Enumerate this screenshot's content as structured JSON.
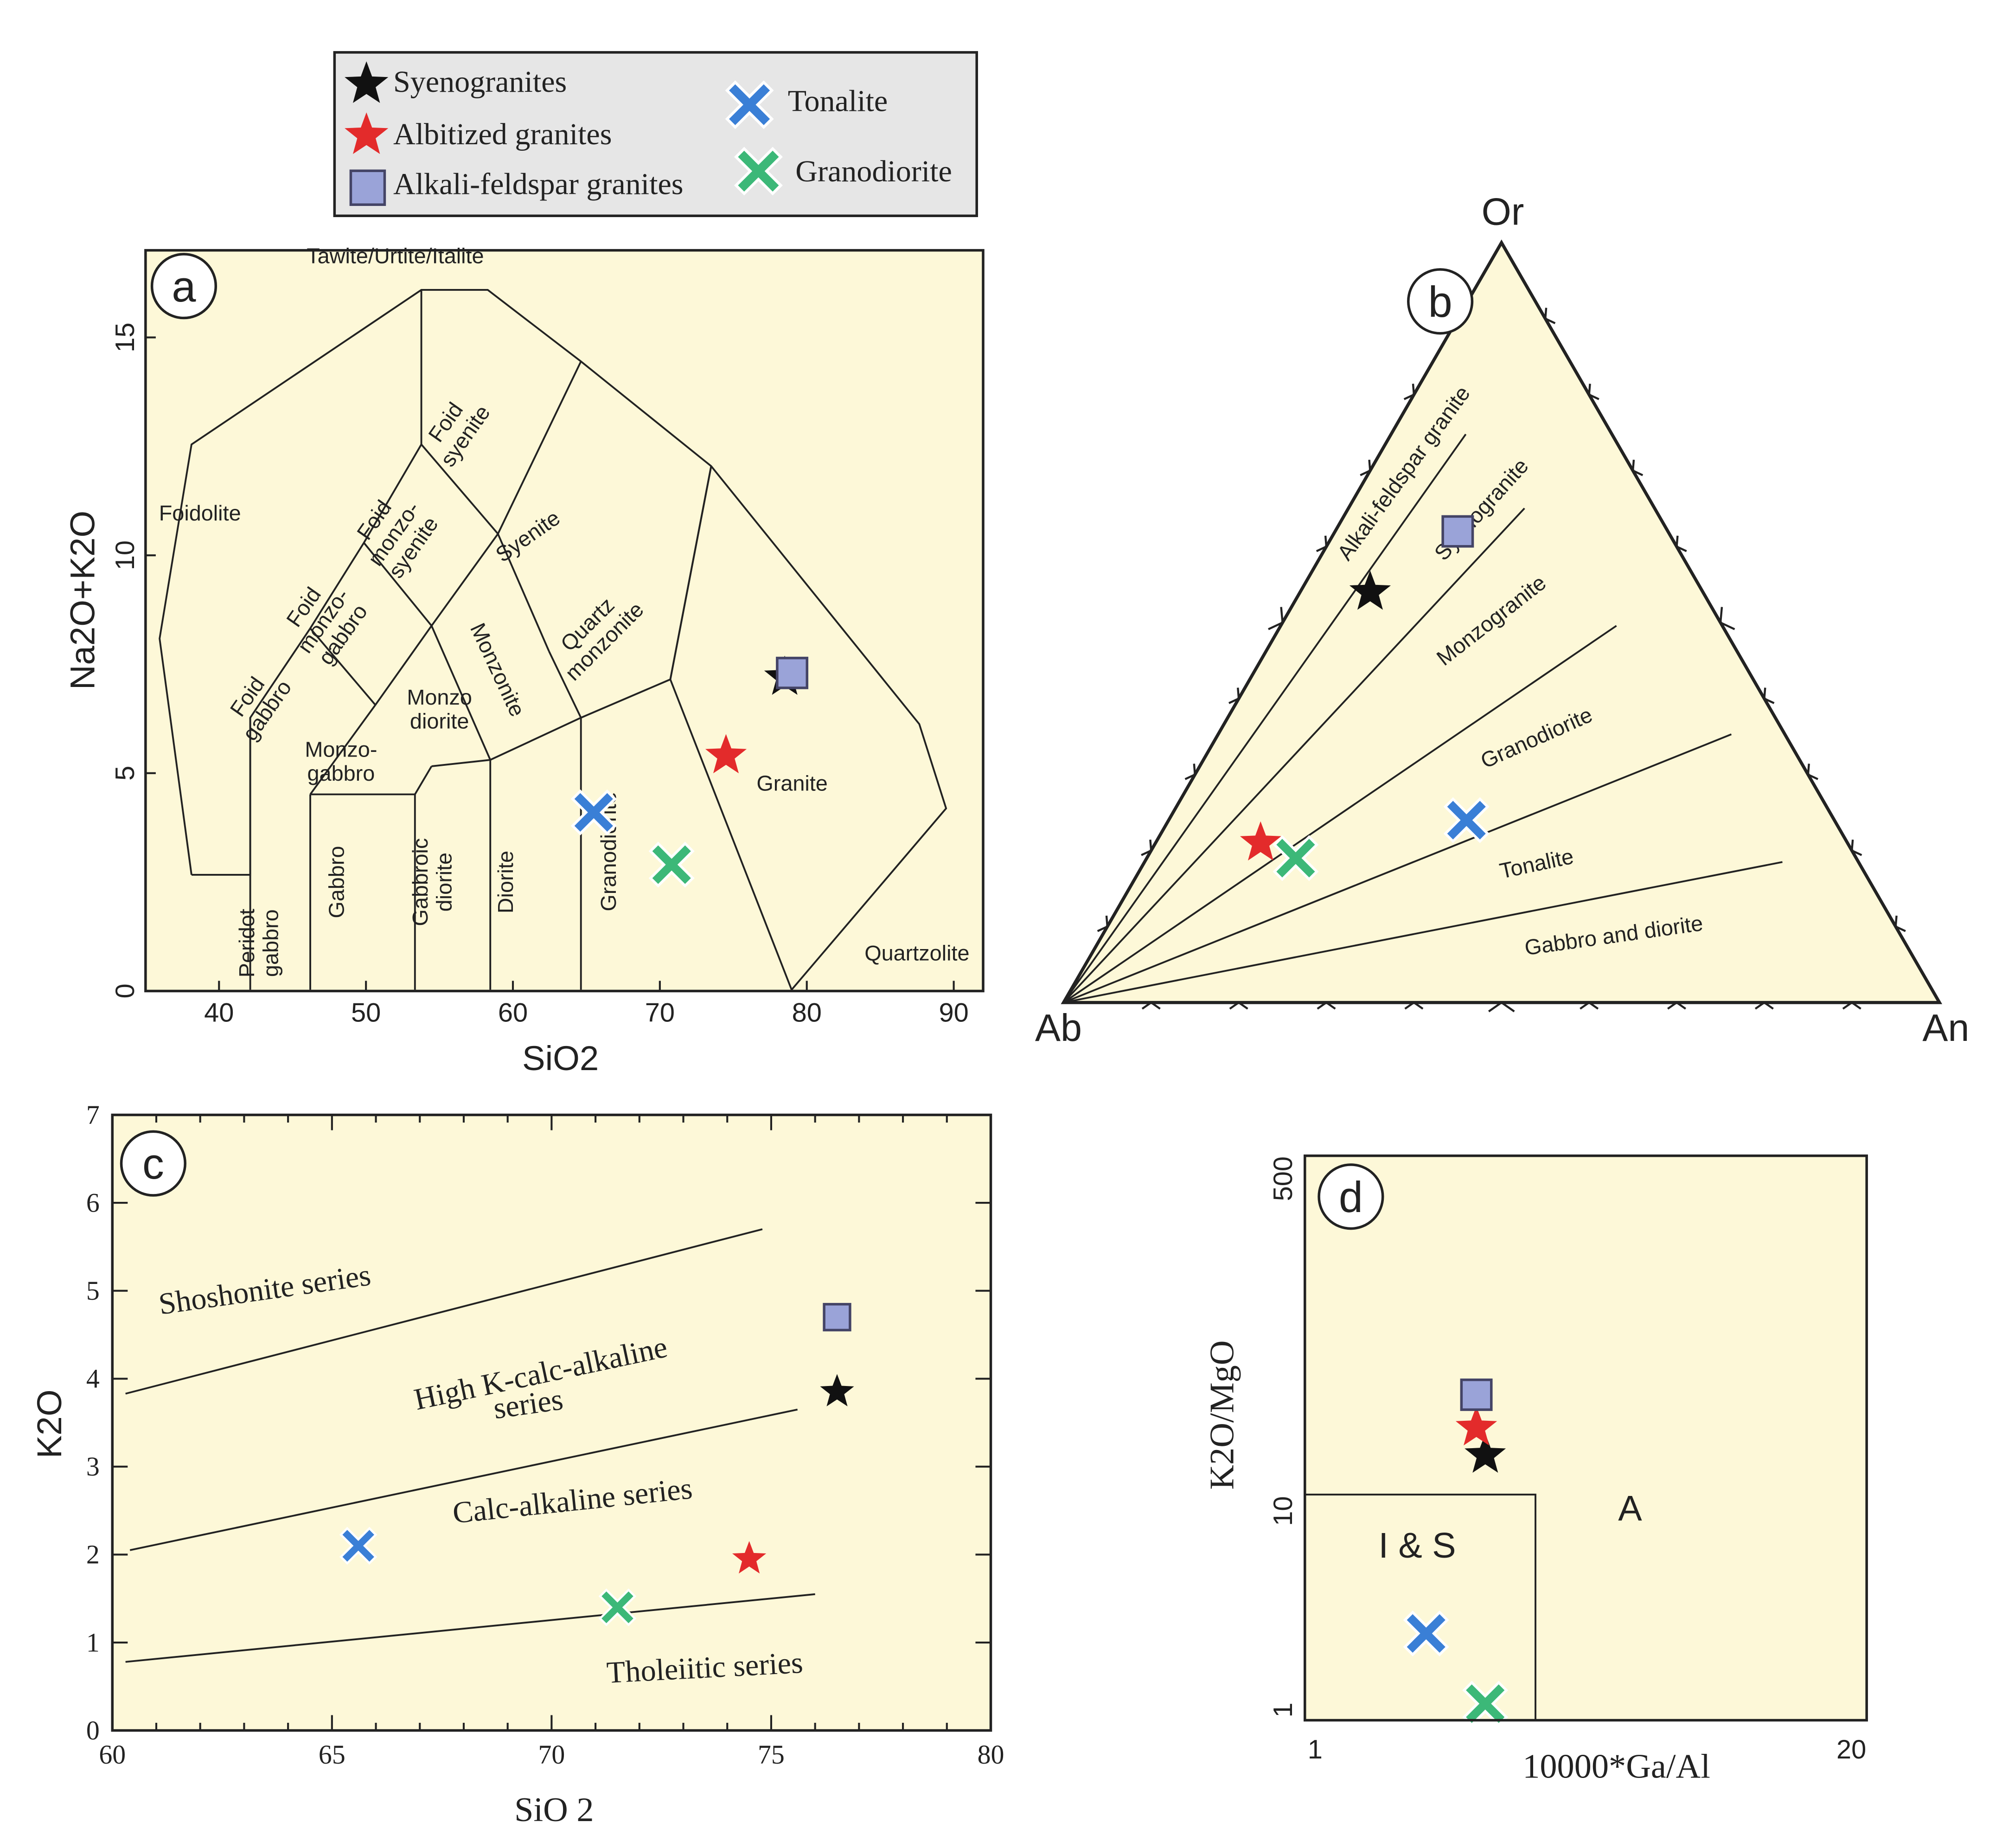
{
  "legend": {
    "items": [
      {
        "name": "Syenogranites",
        "symbol": "star",
        "color": "#111111"
      },
      {
        "name": "Albitized granites",
        "symbol": "star",
        "color": "#e32b2b"
      },
      {
        "name": "Alkali-feldspar granites",
        "symbol": "square",
        "color": "#9aa3d8"
      },
      {
        "name": "Tonalite",
        "symbol": "cross",
        "color": "#3a7fd6"
      },
      {
        "name": "Granodiorite",
        "symbol": "cross",
        "color": "#3cb878"
      }
    ]
  },
  "colors": {
    "background": "#fdf8d8",
    "legend_bg": "#e6e6e6"
  },
  "chart_data": [
    {
      "panel": "a",
      "type": "scatter",
      "xlabel": "SiO2",
      "ylabel": "Na2O+K2O",
      "xlim": [
        35,
        92
      ],
      "ylim": [
        0,
        17
      ],
      "xticks": [
        40,
        50,
        60,
        70,
        80,
        90
      ],
      "yticks": [
        0,
        5,
        10,
        15
      ],
      "fields": [
        {
          "label": "Tawite/Urtite/Italite",
          "x": 52,
          "y": 16.7
        },
        {
          "label": "Foidolite",
          "x": 38.7,
          "y": 10.8
        },
        {
          "label": "Foid syenite",
          "lines": [
            "Foid",
            "syenite"
          ],
          "x": 56.5,
          "y": 12.8,
          "rot": -55
        },
        {
          "label": "Foid monzo-syenite",
          "lines": [
            "Foid",
            "monzo-",
            "syenite"
          ],
          "x": 52.3,
          "y": 10.4,
          "rot": -55
        },
        {
          "label": "Foid monzo-gabbro",
          "lines": [
            "Foid",
            "monzo-",
            "gabbro"
          ],
          "x": 47.5,
          "y": 8.4,
          "rot": -55
        },
        {
          "label": "Foid gabbro",
          "lines": [
            "Foid",
            "gabbro"
          ],
          "x": 43,
          "y": 6.5,
          "rot": -55
        },
        {
          "label": "Syenite",
          "x": 61.3,
          "y": 10.3,
          "rot": -35
        },
        {
          "label": "Monzonite",
          "x": 58.5,
          "y": 7.3,
          "rot": 65
        },
        {
          "label": "Quartz monzonite",
          "lines": [
            "Quartz",
            "monzonite"
          ],
          "x": 66,
          "y": 8.1,
          "rot": -45
        },
        {
          "label": "Monzo diorite",
          "lines": [
            "Monzo",
            "diorite"
          ],
          "x": 55,
          "y": 6.3
        },
        {
          "label": "Monzo-gabbro",
          "lines": [
            "Monzo-",
            "gabbro"
          ],
          "x": 48.3,
          "y": 5.1
        },
        {
          "label": "Gabbro",
          "x": 48.5,
          "y": 2.5,
          "rot": -90
        },
        {
          "label": "Gabbroic diorite",
          "lines": [
            "Gabbroic",
            "diorite"
          ],
          "x": 55,
          "y": 2.5,
          "rot": -90
        },
        {
          "label": "Diorite",
          "x": 60,
          "y": 2.5,
          "rot": -90
        },
        {
          "label": "Granodiorite",
          "x": 67,
          "y": 3.2,
          "rot": -90
        },
        {
          "label": "Peridot gabbro",
          "lines": [
            "Peridot",
            "gabbro"
          ],
          "x": 43.2,
          "y": 1.1,
          "rot": -90
        },
        {
          "label": "Granite",
          "x": 79,
          "y": 4.6
        },
        {
          "label": "Quartzolite",
          "x": 87.5,
          "y": 0.7
        }
      ],
      "series": [
        {
          "name": "Syenogranites",
          "x": [
            78.5
          ],
          "y": [
            7.2
          ]
        },
        {
          "name": "Albitized granites",
          "x": [
            74.5
          ],
          "y": [
            5.4
          ]
        },
        {
          "name": "Alkali-feldspar granites",
          "x": [
            79
          ],
          "y": [
            7.3
          ]
        },
        {
          "name": "Tonalite",
          "x": [
            65.5
          ],
          "y": [
            4.1
          ]
        },
        {
          "name": "Granodiorite",
          "x": [
            70.8
          ],
          "y": [
            2.9
          ]
        }
      ]
    },
    {
      "panel": "b",
      "type": "scatter",
      "vertices": [
        "Or",
        "Ab",
        "An"
      ],
      "fields": [
        "Alkali-feldspar granite",
        "Syenogranite",
        "Monzogranite",
        "Granodiorite",
        "Tonalite",
        "Gabbro and diorite"
      ],
      "series": [
        {
          "name": "Syenogranites",
          "Or": 0.54,
          "Ab": 0.38,
          "An": 0.08
        },
        {
          "name": "Albitized granites",
          "Or": 0.21,
          "Ab": 0.67,
          "An": 0.12
        },
        {
          "name": "Alkali-feldspar granites",
          "Or": 0.62,
          "Ab": 0.24,
          "An": 0.14
        },
        {
          "name": "Tonalite",
          "Or": 0.24,
          "Ab": 0.42,
          "An": 0.34
        },
        {
          "name": "Granodiorite",
          "Or": 0.19,
          "Ab": 0.64,
          "An": 0.17
        }
      ]
    },
    {
      "panel": "c",
      "type": "scatter",
      "xlabel": "SiO 2",
      "ylabel": "K2O",
      "xlim": [
        60,
        80
      ],
      "ylim": [
        0,
        7
      ],
      "xticks": [
        60,
        65,
        70,
        75,
        80
      ],
      "yticks": [
        0,
        1,
        2,
        3,
        4,
        5,
        6,
        7
      ],
      "fields": [
        {
          "label": "Shoshonite series",
          "x": 63.5,
          "y": 4.9,
          "rot": -8
        },
        {
          "label": "High K-calc-alkaline",
          "x": 69.8,
          "y": 3.95,
          "rot": -12
        },
        {
          "label": "series",
          "x": 69.5,
          "y": 3.6,
          "rot": -8
        },
        {
          "label": "Calc-alkaline series",
          "x": 70.5,
          "y": 2.5,
          "rot": -6
        },
        {
          "label": "Tholeiitic series",
          "x": 73.5,
          "y": 0.6,
          "rot": -3
        }
      ],
      "boundaries": [
        {
          "x": [
            60.3,
            74.8
          ],
          "y": [
            3.83,
            5.7
          ]
        },
        {
          "x": [
            60.4,
            75.6
          ],
          "y": [
            2.05,
            3.65
          ]
        },
        {
          "x": [
            60.3,
            76
          ],
          "y": [
            0.78,
            1.55
          ]
        }
      ],
      "series": [
        {
          "name": "Syenogranites",
          "x": [
            76.5
          ],
          "y": [
            3.85
          ]
        },
        {
          "name": "Albitized granites",
          "x": [
            74.5
          ],
          "y": [
            1.95
          ]
        },
        {
          "name": "Alkali-feldspar granites",
          "x": [
            76.5
          ],
          "y": [
            4.7
          ]
        },
        {
          "name": "Tonalite",
          "x": [
            65.6
          ],
          "y": [
            2.1
          ]
        },
        {
          "name": "Granodiorite",
          "x": [
            71.5
          ],
          "y": [
            1.4
          ]
        }
      ]
    },
    {
      "panel": "d",
      "type": "scatter",
      "xlabel": "10000*Ga/Al",
      "ylabel": "K2O/MgO",
      "xlim": [
        1,
        20
      ],
      "ylim": [
        1,
        500
      ],
      "yscale": "log",
      "xtick_labels": [
        "1",
        "20"
      ],
      "ytick_labels": [
        "1",
        "10",
        "500"
      ],
      "fields": [
        {
          "label": "I & S",
          "x": 4.8,
          "y": 6
        },
        {
          "label": "A",
          "x": 12,
          "y": 9
        }
      ],
      "boundaries": [
        {
          "x": [
            1,
            8.8,
            8.8
          ],
          "y": [
            12,
            12,
            1
          ]
        }
      ],
      "series": [
        {
          "name": "Syenogranites",
          "x": [
            7.1
          ],
          "y": [
            18.5
          ]
        },
        {
          "name": "Albitized granites",
          "x": [
            6.8
          ],
          "y": [
            25
          ]
        },
        {
          "name": "Alkali-feldspar granites",
          "x": [
            6.8
          ],
          "y": [
            36
          ]
        },
        {
          "name": "Tonalite",
          "x": [
            5.1
          ],
          "y": [
            2.6
          ]
        },
        {
          "name": "Granodiorite",
          "x": [
            7.1
          ],
          "y": [
            1.2
          ]
        }
      ]
    }
  ]
}
